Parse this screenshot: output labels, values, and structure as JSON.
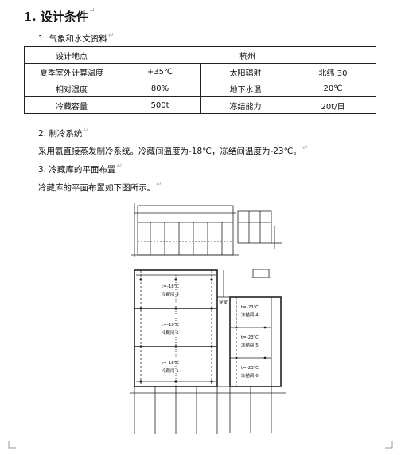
{
  "heading": "1. 设计条件",
  "section1": "1. 气象和水文资料",
  "table": [
    [
      {
        "text": "设计地点",
        "span": 1
      },
      {
        "text": "杭州",
        "span": 3
      }
    ],
    [
      {
        "text": "夏季室外计算温度",
        "span": 1
      },
      {
        "text": "+35℃",
        "span": 1
      },
      {
        "text": "太阳辐射",
        "span": 1
      },
      {
        "text": "北纬 30",
        "span": 1
      }
    ],
    [
      {
        "text": "相对湿度",
        "span": 1
      },
      {
        "text": "80%",
        "span": 1
      },
      {
        "text": "地下水温",
        "span": 1
      },
      {
        "text": "20℃",
        "span": 1
      }
    ],
    [
      {
        "text": "冷藏容量",
        "span": 1
      },
      {
        "text": "500t",
        "span": 1
      },
      {
        "text": "冻结能力",
        "span": 1
      },
      {
        "text": "20t/日",
        "span": 1
      }
    ]
  ],
  "section2": "2. 制冷系统",
  "para2": "采用氨直接蒸发制冷系统。冷藏间温度为-18℃，冻结间温度为-23℃。",
  "section3": "3. 冷藏库的平面布置",
  "para3": "冷藏库的平面布置如下图所示。",
  "drawing": {
    "rooms_left": [
      {
        "line1": "t=-18℃",
        "line2": "冷藏间 3"
      },
      {
        "line1": "t=-18℃",
        "line2": "冷藏间 2"
      },
      {
        "line1": "t=-18℃",
        "line2": "冷藏间 1"
      }
    ],
    "rooms_right": [
      {
        "line1": "t=-23℃",
        "line2": "冻结间 4"
      },
      {
        "line1": "t=-23℃",
        "line2": "冻结间 5"
      },
      {
        "line1": "t=-23℃",
        "line2": "冻结间 6"
      }
    ],
    "corridor_label": "穿堂"
  }
}
